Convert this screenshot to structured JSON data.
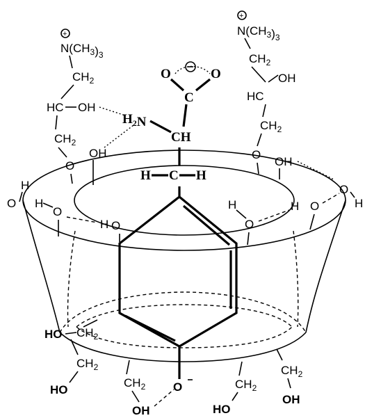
{
  "labels": {
    "nme3_left": "N(CH3)3",
    "nme3_right": "N(CH3)3",
    "ch2_left_top": "CH2",
    "hc_left": "HC",
    "oh_left": "OH",
    "ch2_left_low": "CH2",
    "o_left": "O",
    "oh_left_rim": "OH",
    "ch2_right_top": "CH2",
    "hc_right": "HC",
    "oh_right": "OH",
    "ch2_right_low": "CH2",
    "o_right": "O",
    "oh_right_rim": "OH",
    "h2n": "H2N",
    "ch_alpha": "CH",
    "carboxyl_c": "C",
    "carboxyl_o1": "O",
    "carboxyl_o2": "O",
    "h_left_ch2": "H",
    "c_ch2": "C",
    "h_right_ch2": "H",
    "rim_h_far_left": "H",
    "rim_o_far_left": "O",
    "rim_h_left2": "H",
    "rim_o_left2": "O",
    "rim_ho_center": "H",
    "rim_o_center": "O",
    "rim_h_right": "H",
    "rim_o_right": "O",
    "rim_h_right2": "H",
    "rim_o_right2": "O",
    "rim_o_far_right": "O",
    "rim_h_far_right": "H",
    "bottom_ho_left": "HO",
    "bottom_ch2_left": "CH2",
    "bottom_ch2_left2": "CH2",
    "bottom_ho_left2": "HO",
    "bottom_ch2_center": "CH2",
    "bottom_oh_center": "OH",
    "phenolate_o": "O",
    "bottom_ch2_right": "CH2",
    "bottom_ho_right": "HO",
    "bottom_ch2_right2": "CH2",
    "bottom_oh_right": "OH"
  }
}
